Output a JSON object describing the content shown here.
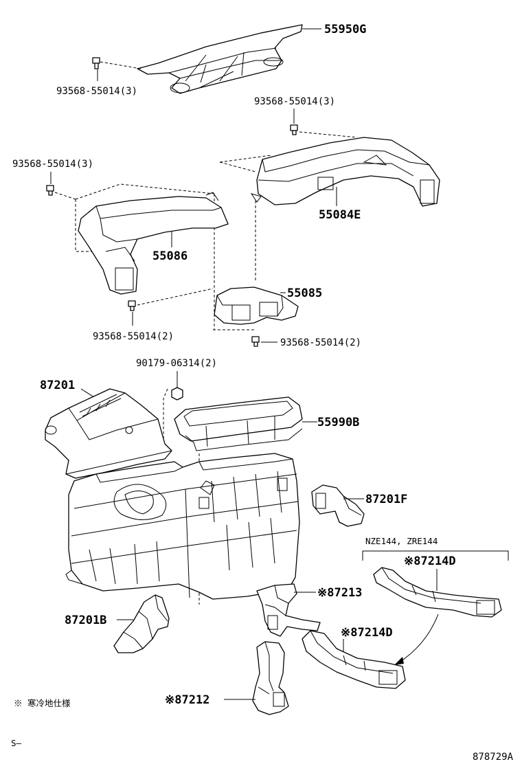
{
  "diagram": {
    "labels": {
      "p55950g": "55950G",
      "bolt_top_left": "93568-55014(3)",
      "bolt_top_right": "93568-55014(3)",
      "bolt_mid_left": "93568-55014(3)",
      "p55084e": "55084E",
      "p55086": "55086",
      "p55085": "55085",
      "bolt_lower_left": "93568-55014(2)",
      "bolt_lower_right": "93568-55014(2)",
      "nut_90179": "90179-06314(2)",
      "p87201": "87201",
      "p55990b": "55990B",
      "p87201f": "87201F",
      "model_note": "NZE144, ZRE144",
      "p87214d_upper": "※87214D",
      "p87213": "※87213",
      "p87201b": "87201B",
      "p87214d_lower": "※87214D",
      "p87212": "※87212",
      "footnote": "※ 寒冷地仕様",
      "corner_code": "S–",
      "diagram_id": "878729A"
    }
  }
}
